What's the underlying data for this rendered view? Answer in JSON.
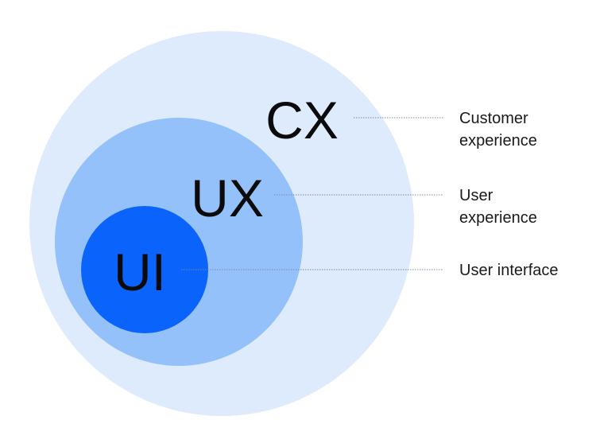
{
  "diagram": {
    "layers": [
      {
        "id": "cx",
        "abbr": "CX",
        "label_lines": [
          "Customer",
          "experience"
        ],
        "color": "#DDEBFC"
      },
      {
        "id": "ux",
        "abbr": "UX",
        "label_lines": [
          "User",
          "experience"
        ],
        "color": "#94C1FA"
      },
      {
        "id": "ui",
        "abbr": "UI",
        "label_lines": [
          "User interface"
        ],
        "color": "#0A63FB"
      }
    ]
  }
}
